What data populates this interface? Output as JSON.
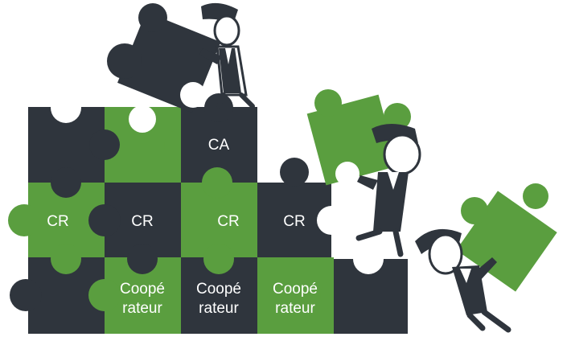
{
  "colors": {
    "dark": "#2f353d",
    "green": "#5a9e3f",
    "white": "#ffffff"
  },
  "labels": {
    "ca": "CA",
    "cr": "CR",
    "coop_line1": "Coopé",
    "coop_line2": "rateur"
  }
}
